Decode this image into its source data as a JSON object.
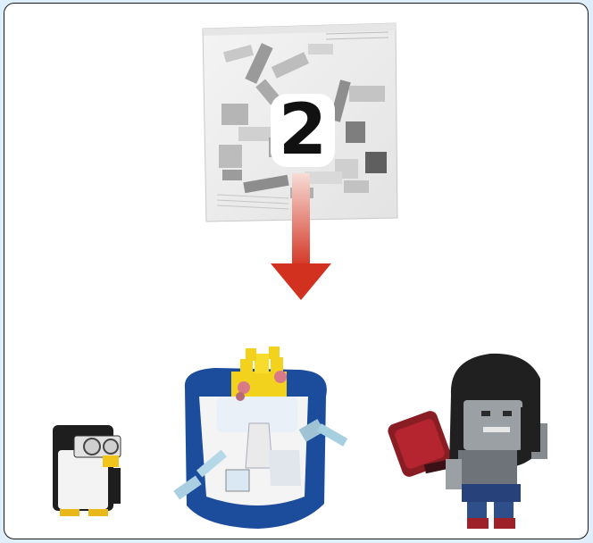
{
  "step": {
    "number": "2"
  },
  "arrow": {
    "color_top": "#f7dcd6",
    "color_bottom": "#d2311f"
  },
  "figures": [
    "gunter-penguin",
    "ice-king",
    "marceline"
  ]
}
